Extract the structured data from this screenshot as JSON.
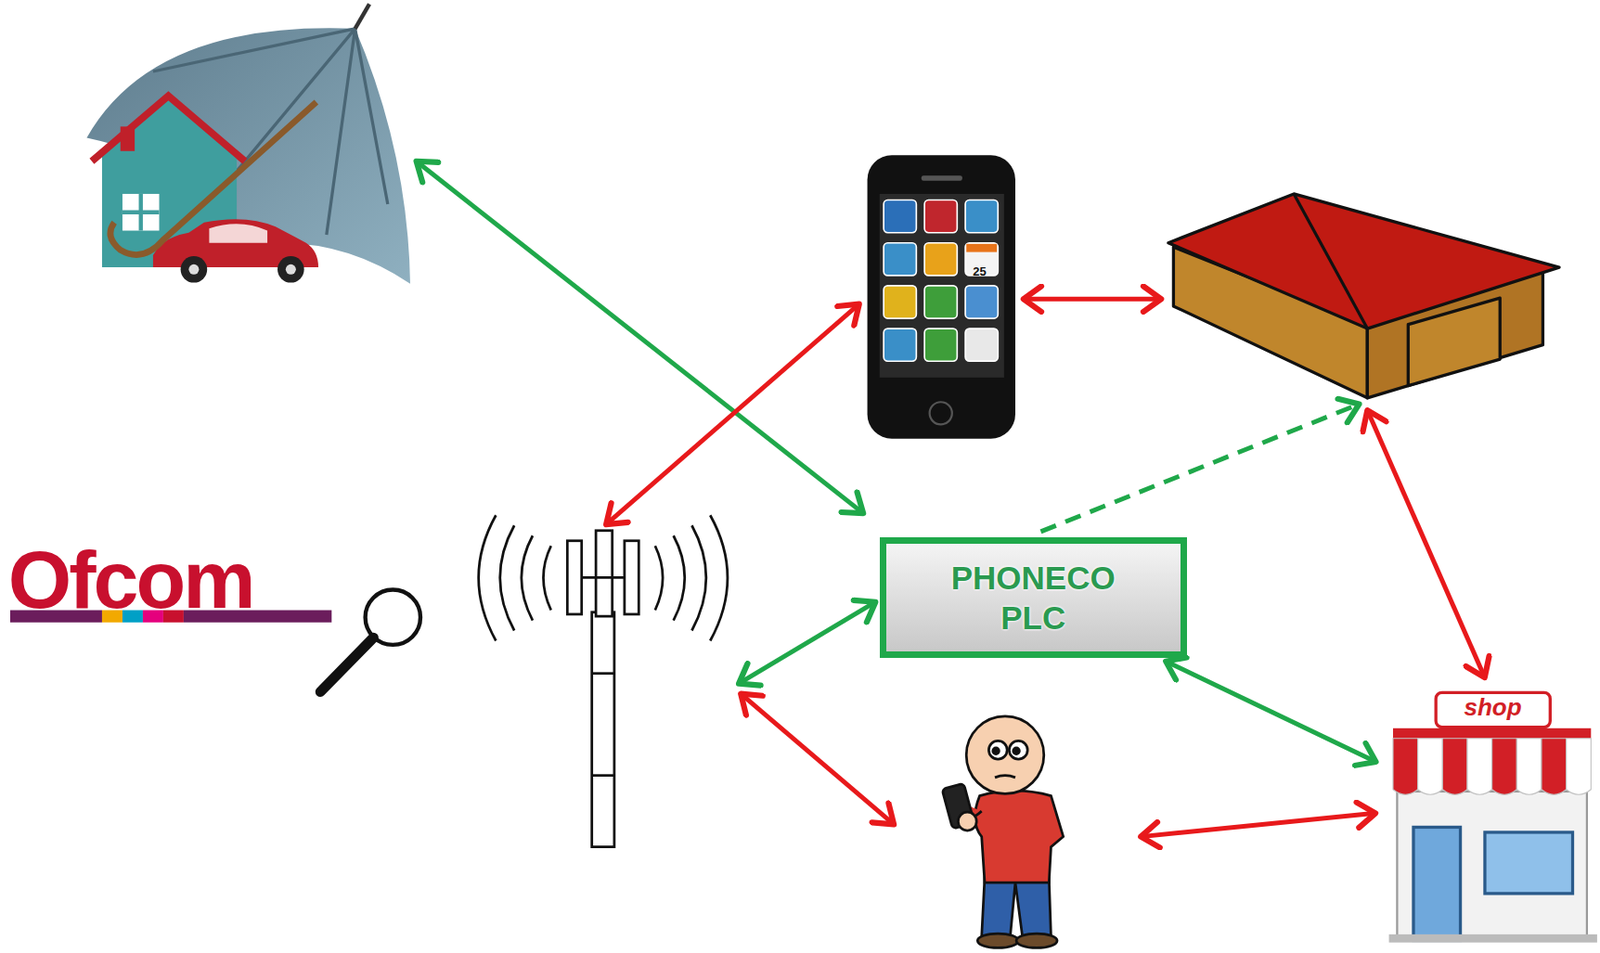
{
  "diagram": {
    "nodes": [
      {
        "text": [
          "PHONECO PLC"
        ]
      },
      {
        "text": [
          "shop"
        ]
      }
    ],
    "edges": [
      {
        "from": 0,
        "to": 1,
        "arrow": "both"
      }
    ],
    "labels": [
      "Ofcom",
      "25"
    ]
  }
}
